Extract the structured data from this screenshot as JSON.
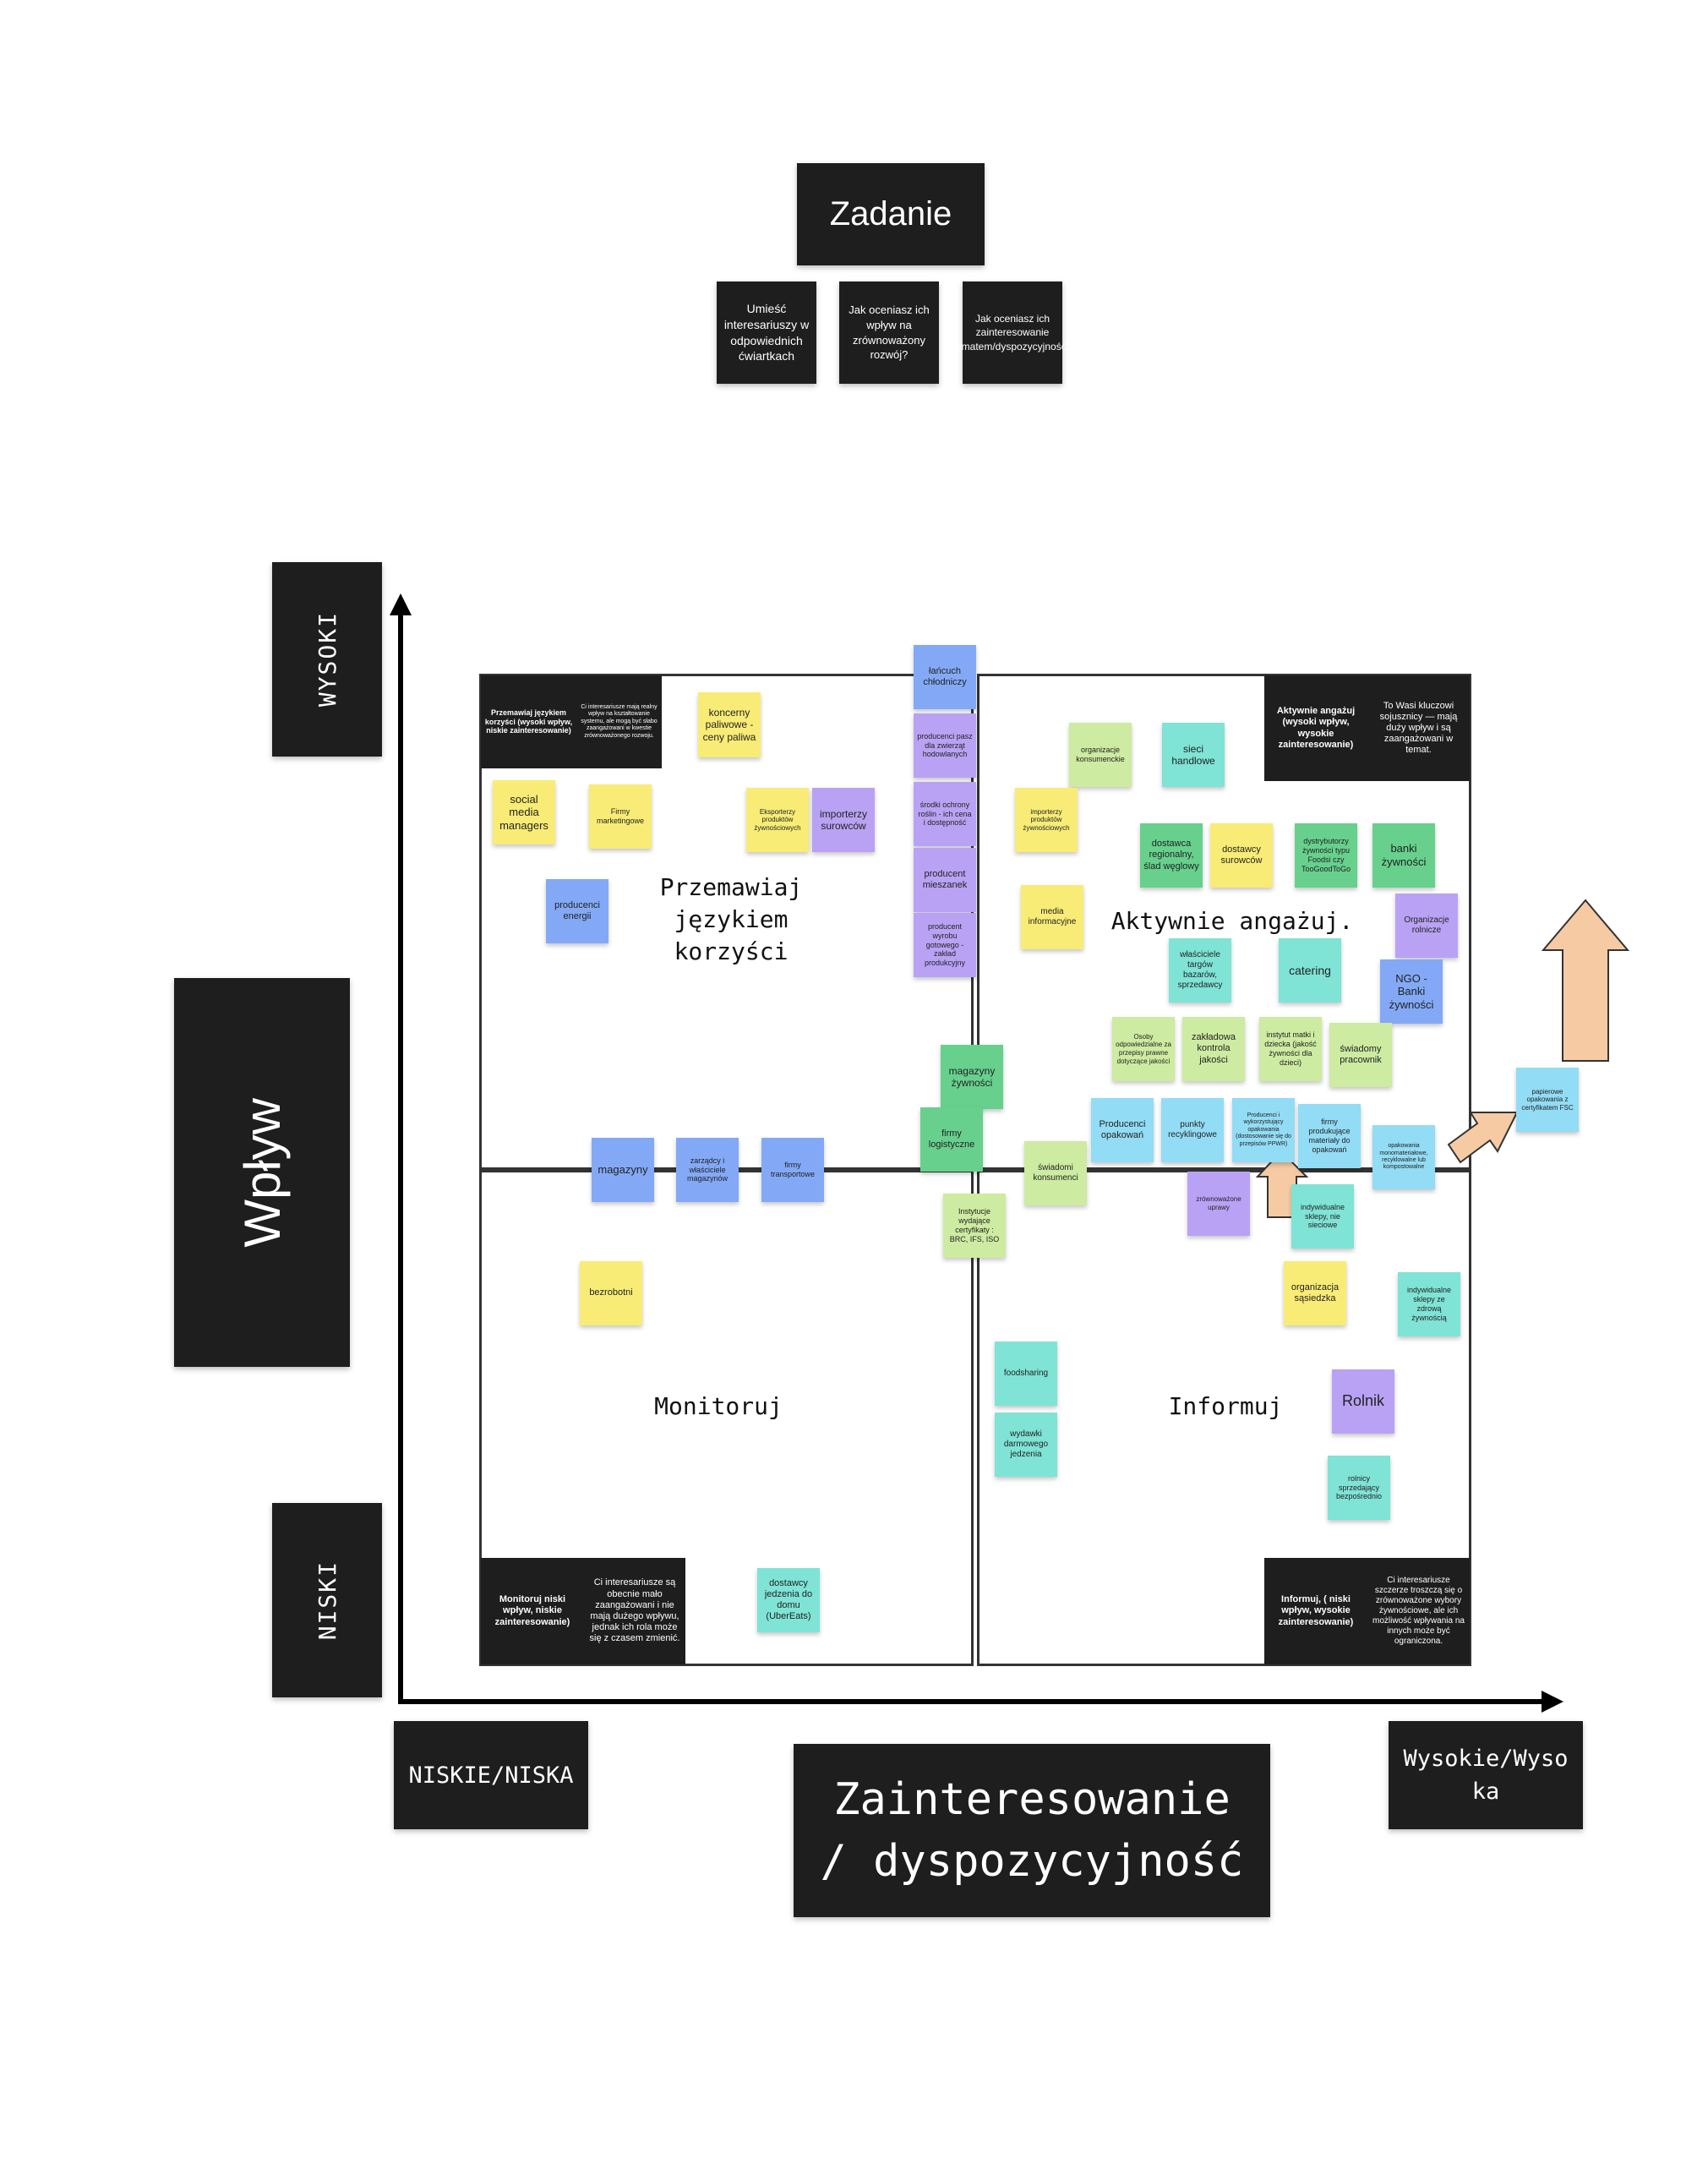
{
  "task": {
    "title": "Zadanie",
    "cards": [
      "Umieść interesariuszy w odpowiednich ćwiartkach",
      "Jak oceniasz ich wpływ na zrównoważony rozwój?",
      "Jak oceniasz ich zainteresowanie tematem/dyspozycyjność?"
    ]
  },
  "axes": {
    "y_title": "Wpływ",
    "y_high": "WYSOKI",
    "y_low": "NISKI",
    "x_title": "Zainteresowanie / dyspozycyjność",
    "x_low": "NISKIE/NISKA",
    "x_high": "Wysokie/Wysoka"
  },
  "quadrants": {
    "top_left": {
      "label": "Przemawiaj językiem korzyści",
      "corner_title": "Przemawiaj językiem korzyści (wysoki wpływ, niskie zainteresowanie)",
      "corner_desc": "Ci interesariusze mają realny wpływ na kształtowanie systemu, ale mogą być słabo zaangażowani w kwestie zrównoważonego rozwoju."
    },
    "top_right": {
      "label": "Aktywnie angażuj.",
      "corner_title": "Aktywnie angażuj (wysoki wpływ, wysokie zainteresowanie)",
      "corner_desc": "To Wasi kluczowi sojusznicy — mają duży wpływ i są zaangażowani w temat."
    },
    "bottom_left": {
      "label": "Monitoruj",
      "corner_title": "Monitoruj niski wpływ, niskie zainteresowanie)",
      "corner_desc": "Ci interesariusze są obecnie mało zaangażowani i nie mają dużego wpływu, jednak ich rola może się z czasem zmienić."
    },
    "bottom_right": {
      "label": "Informuj",
      "corner_title": "Informuj, ( niski wpływ, wysokie zainteresowanie)",
      "corner_desc": "Ci interesariusze szczerze troszczą się o zrównoważone wybory żywnościowe, ale ich możliwość wpływania na innych może być ograniczona."
    }
  },
  "notes": [
    "koncerny paliwowe - ceny paliwa",
    "social media managers",
    "Firmy marketingowe",
    "Eksporterzy produktów żywnościowych",
    "importerzy surowców",
    "producenci energii",
    "łańcuch chłodniczy",
    "producenci pasz dla zwierząt hodowlanych",
    "środki ochrony roślin - ich cena i dostępność",
    "producent mieszanek",
    "producent wyrobu gotowego - zakład produkcyjny",
    "organizacje konsumenckie",
    "sieci handlowe",
    "importerzy produktów żywnościowych",
    "dostawca regionalny, ślad węglowy",
    "dostawcy surowców",
    "dystrybutorzy żywności typu Foodsi czy TooGoodToGo",
    "banki żywności",
    "media informacyjne",
    "Organizacje rolnicze",
    "właściciele targów bazarów, sprzedawcy",
    "catering",
    "NGO - Banki żywności",
    "Osoby odpowiedzialne za przepisy prawne dotyczące jakości",
    "zakładowa kontrola jakości",
    "instytut matki i dziecka (jakość żywności dla dzieci)",
    "świadomy pracownik",
    "magazyny żywności",
    "firmy logistyczne",
    "Producenci opakowań",
    "punkty recyklingowe",
    "Producenci i wykorzystujący opakowania (dostosowanie się do przepisów PPWR)",
    "firmy produkujące materiały do opakowań",
    "opakowania monomateriałowe, recyklowalne lub kompostowalne",
    "papierowe opakowania z certyfikatem FSC",
    "magazyny",
    "zarządcy i właściciele magazynów",
    "firmy transportowe",
    "świadomi konsumenci",
    "zrównoważone uprawy",
    "indywidualne sklepy, nie sieciowe",
    "Instytucje wydające certyfikaty : BRC, IFS, ISO",
    "bezrobotni",
    "organizacja sąsiedzka",
    "indywidualne sklepy ze zdrową żywnością",
    "foodsharing",
    "Rolnik",
    "wydawki darmowego jedzenia",
    "rolnicy sprzedający bezpośrednio",
    "dostawcy jedzenia do domu (UberEats)"
  ]
}
